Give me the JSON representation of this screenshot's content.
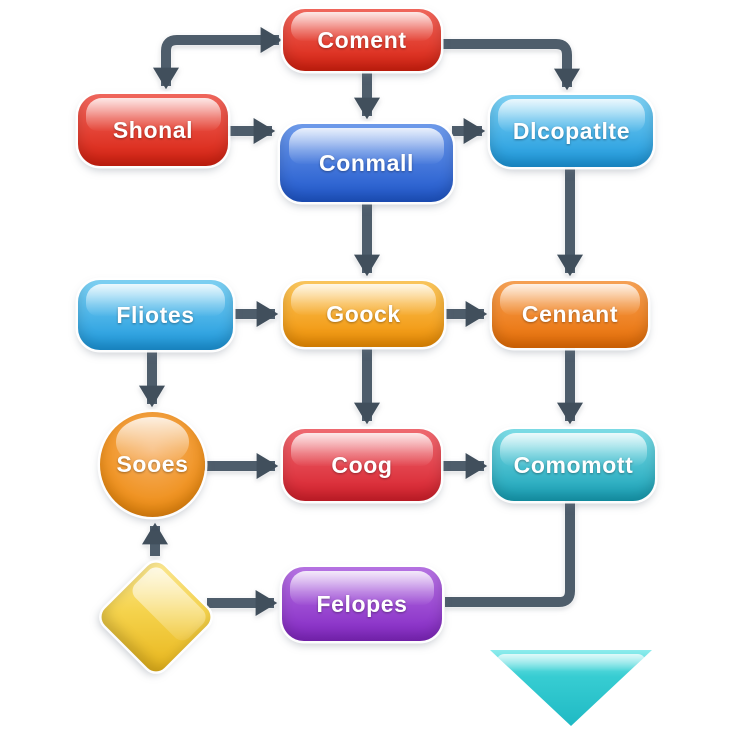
{
  "diagram": {
    "background_color": "#ffffff",
    "connector_color": "#4e5d6b",
    "arrowhead_color": "#414f5c",
    "nodes": [
      {
        "id": "coment",
        "label": "Coment",
        "shape": "rounded-rectangle",
        "color": "#dd2a1c"
      },
      {
        "id": "shonal",
        "label": "Shonal",
        "shape": "rounded-rectangle",
        "color": "#dd2a1c"
      },
      {
        "id": "conmall",
        "label": "Conmall",
        "shape": "rounded-rectangle",
        "color": "#2f63d2"
      },
      {
        "id": "dlcopatlte",
        "label": "Dlcopatlte",
        "shape": "rounded-rectangle",
        "color": "#30a5e2"
      },
      {
        "id": "fliotes",
        "label": "Fliotes",
        "shape": "rounded-rectangle",
        "color": "#2ea2e6"
      },
      {
        "id": "goock",
        "label": "Goock",
        "shape": "rounded-rectangle",
        "color": "#f49d18"
      },
      {
        "id": "cennant",
        "label": "Cennant",
        "shape": "rounded-rectangle",
        "color": "#ec7410"
      },
      {
        "id": "sooes",
        "label": "Sooes",
        "shape": "circle",
        "color": "#ec8c1e"
      },
      {
        "id": "coog",
        "label": "Coog",
        "shape": "rounded-rectangle",
        "color": "#e0303c"
      },
      {
        "id": "comomott",
        "label": "Comomott",
        "shape": "rounded-rectangle",
        "color": "#25b0c2"
      },
      {
        "id": "decision-diamond",
        "label": "",
        "shape": "diamond",
        "color": "#eec32e"
      },
      {
        "id": "felopes",
        "label": "Felopes",
        "shape": "rounded-rectangle",
        "color": "#9638d0"
      },
      {
        "id": "end-triangle",
        "label": "",
        "shape": "triangle-down",
        "color": "#26c2c8"
      }
    ],
    "edges": [
      {
        "from": "coment",
        "to": "shonal",
        "style": "elbow",
        "arrowheads": "both"
      },
      {
        "from": "coment",
        "to": "dlcopatlte",
        "style": "elbow",
        "arrowheads": "end"
      },
      {
        "from": "coment",
        "to": "conmall",
        "style": "straight",
        "arrowheads": "end"
      },
      {
        "from": "shonal",
        "to": "conmall",
        "style": "straight",
        "arrowheads": "end"
      },
      {
        "from": "conmall",
        "to": "dlcopatlte",
        "style": "straight",
        "arrowheads": "end"
      },
      {
        "from": "conmall",
        "to": "goock",
        "style": "straight",
        "arrowheads": "end"
      },
      {
        "from": "dlcopatlte",
        "to": "cennant",
        "style": "straight",
        "arrowheads": "end"
      },
      {
        "from": "fliotes",
        "to": "goock",
        "style": "straight",
        "arrowheads": "end"
      },
      {
        "from": "goock",
        "to": "cennant",
        "style": "straight",
        "arrowheads": "end"
      },
      {
        "from": "fliotes",
        "to": "sooes",
        "style": "straight",
        "arrowheads": "end"
      },
      {
        "from": "goock",
        "to": "coog",
        "style": "straight",
        "arrowheads": "end"
      },
      {
        "from": "cennant",
        "to": "comomott",
        "style": "straight",
        "arrowheads": "end"
      },
      {
        "from": "sooes",
        "to": "coog",
        "style": "straight",
        "arrowheads": "end"
      },
      {
        "from": "coog",
        "to": "comomott",
        "style": "straight",
        "arrowheads": "end"
      },
      {
        "from": "decision-diamond",
        "to": "sooes",
        "style": "straight",
        "arrowheads": "end"
      },
      {
        "from": "decision-diamond",
        "to": "felopes",
        "style": "straight",
        "arrowheads": "end"
      },
      {
        "from": "comomott",
        "to": "felopes",
        "style": "elbow",
        "arrowheads": "none"
      }
    ]
  }
}
